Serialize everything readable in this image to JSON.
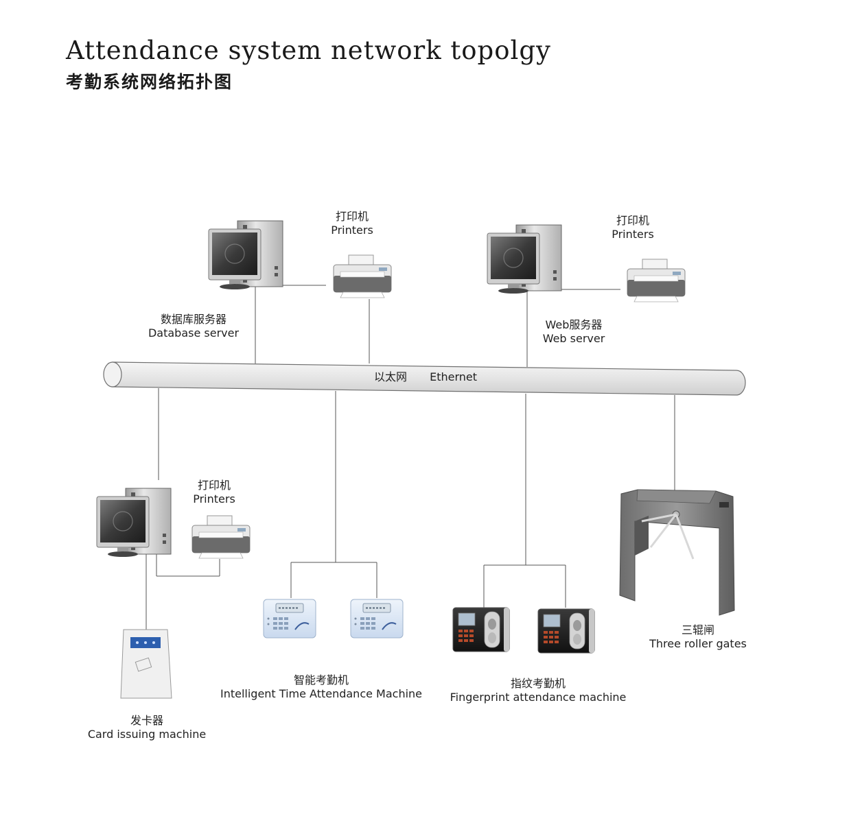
{
  "title_en": "Attendance system network topolgy",
  "title_cn": "考勤系统网络拓扑图",
  "ethernet": {
    "label_cn": "以太网",
    "label_en": "Ethernet"
  },
  "nodes": {
    "db_server": {
      "cn": "数据库服务器",
      "en": "Database server"
    },
    "printer_db": {
      "cn": "打印机",
      "en": "Printers"
    },
    "web_server": {
      "cn": "Web服务器",
      "en": "Web server"
    },
    "printer_web": {
      "cn": "打印机",
      "en": "Printers"
    },
    "printer_card": {
      "cn": "打印机",
      "en": "Printers"
    },
    "card_machine": {
      "cn": "发卡器",
      "en": "Card issuing machine"
    },
    "time_machine": {
      "cn": "智能考勤机",
      "en": "Intelligent Time Attendance Machine"
    },
    "fingerprint_machine": {
      "cn": "指纹考勤机",
      "en": "Fingerprint attendance machine"
    },
    "gates": {
      "cn": "三辊闸",
      "en": "Three roller gates"
    }
  }
}
